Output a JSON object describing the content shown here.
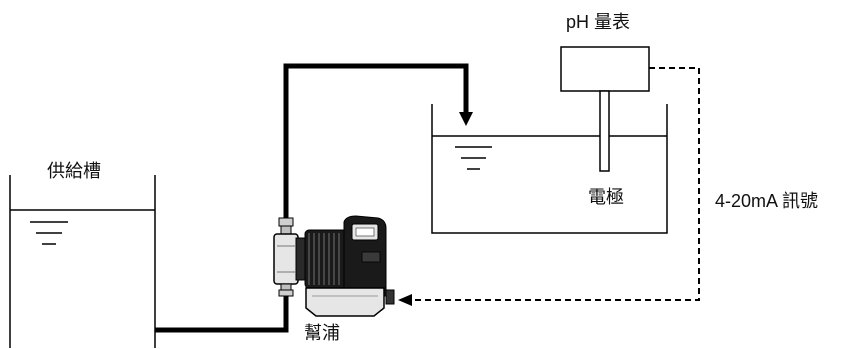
{
  "labels": {
    "supply_tank": "供給槽",
    "ph_meter": "pH 量表",
    "electrode": "電極",
    "signal": "4-20mA 訊號",
    "pump": "幫浦"
  },
  "colors": {
    "line": "#000000",
    "pump_body": "#1a1a1a",
    "pump_ribs": "#555555",
    "pump_fitting": "#cfcfcf",
    "pump_head": "#e6e6e6"
  },
  "icons": {
    "liquid_level": "liquid-level-icon",
    "flow_arrow": "down-arrow-icon",
    "signal_arrow": "left-arrow-icon",
    "pump": "metering-pump-icon"
  }
}
